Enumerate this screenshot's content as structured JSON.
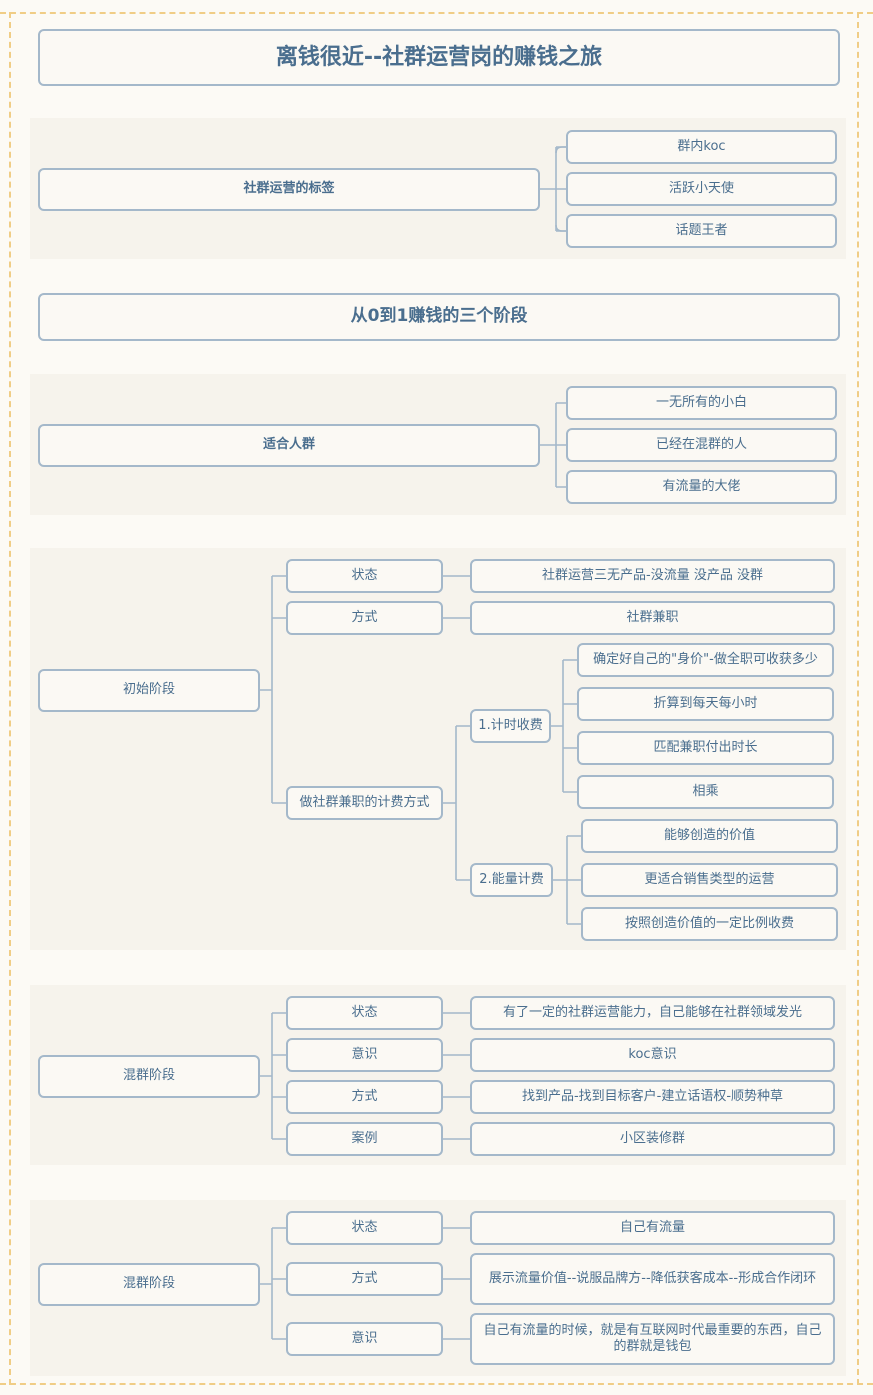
{
  "title": "离钱很近--社群运营岗的赚钱之旅",
  "tags": {
    "label": "社群运营的标签",
    "items": [
      "群内koc",
      "活跃小天使",
      "话题王者"
    ]
  },
  "stages_heading": "从0到1赚钱的三个阶段",
  "audience": {
    "label": "适合人群",
    "items": [
      "一无所有的小白",
      "已经在混群的人",
      "有流量的大佬"
    ]
  },
  "initial": {
    "label": "初始阶段",
    "state_label": "状态",
    "state_value": "社群运营三无产品-没流量 没产品 没群",
    "method_label": "方式",
    "method_value": "社群兼职",
    "billing_label": "做社群兼职的计费方式",
    "hourly": {
      "label": "1.计时收费",
      "items": [
        "确定好自己的\"身价\"-做全职可收获多少",
        "折算到每天每小时",
        "匹配兼职付出时长",
        "相乘"
      ]
    },
    "energy": {
      "label": "2.能量计费",
      "items": [
        "能够创造的价值",
        "更适合销售类型的运营",
        "按照创造价值的一定比例收费"
      ]
    }
  },
  "mixing1": {
    "label": "混群阶段",
    "rows": [
      {
        "key": "状态",
        "value": "有了一定的社群运营能力，自己能够在社群领域发光"
      },
      {
        "key": "意识",
        "value": "koc意识"
      },
      {
        "key": "方式",
        "value": "找到产品-找到目标客户-建立话语权-顺势种草"
      },
      {
        "key": "案例",
        "value": "小区装修群"
      }
    ]
  },
  "mixing2": {
    "label": "混群阶段",
    "rows": [
      {
        "key": "状态",
        "value": "自己有流量"
      },
      {
        "key": "方式",
        "value": "展示流量价值--说服品牌方--降低获客成本--形成合作闭环"
      },
      {
        "key": "意识",
        "value": "自己有流量的时候，就是有互联网时代最重要的东西，自己的群就是钱包"
      }
    ]
  }
}
